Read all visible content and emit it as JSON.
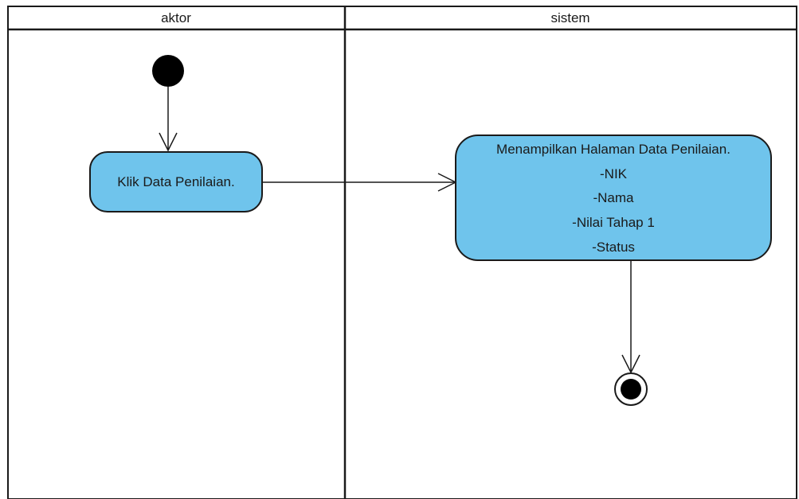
{
  "diagram": {
    "type": "uml-activity-diagram",
    "lanes": [
      {
        "id": "aktor",
        "title": "aktor"
      },
      {
        "id": "sistem",
        "title": "sistem"
      }
    ],
    "nodes": {
      "start": {
        "kind": "initial-node",
        "lane": "aktor"
      },
      "klik": {
        "kind": "action",
        "lane": "aktor",
        "label": "Klik Data Penilaian."
      },
      "tampil": {
        "kind": "action",
        "lane": "sistem",
        "lines": [
          "Menampilkan Halaman Data Penilaian.",
          "-NIK",
          "-Nama",
          "-Nilai Tahap 1",
          "-Status"
        ]
      },
      "end": {
        "kind": "final-node",
        "lane": "sistem"
      }
    },
    "flows": [
      {
        "from": "start",
        "to": "klik"
      },
      {
        "from": "klik",
        "to": "tampil"
      },
      {
        "from": "tampil",
        "to": "end"
      }
    ],
    "colors": {
      "action_fill": "#6fc4ec",
      "line": "#1a1a1a",
      "background": "#ffffff"
    }
  }
}
